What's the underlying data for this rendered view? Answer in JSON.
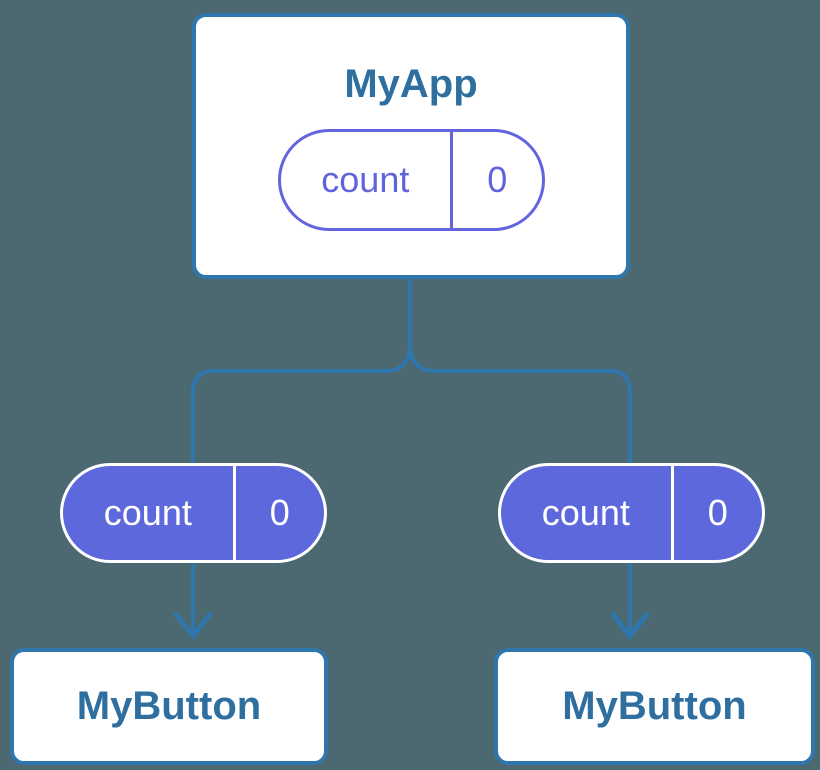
{
  "diagram": {
    "app": {
      "title": "MyApp",
      "state": {
        "name": "count",
        "value": "0"
      }
    },
    "left_prop_pill": {
      "name": "count",
      "value": "0"
    },
    "right_prop_pill": {
      "name": "count",
      "value": "0"
    },
    "left_button": {
      "title": "MyButton"
    },
    "right_button": {
      "title": "MyButton"
    }
  },
  "colors": {
    "background": "#4C6972",
    "connector": "#2E76AC",
    "node_border": "#2E76AC",
    "node_text": "#2F6F9F",
    "node_background": "#FFFFFF",
    "pill_outline": "#6363DE",
    "pill_outline_text": "#5F63DC",
    "pill_fill": "#5E68DD",
    "pill_fill_text": "#FFFFFF"
  }
}
